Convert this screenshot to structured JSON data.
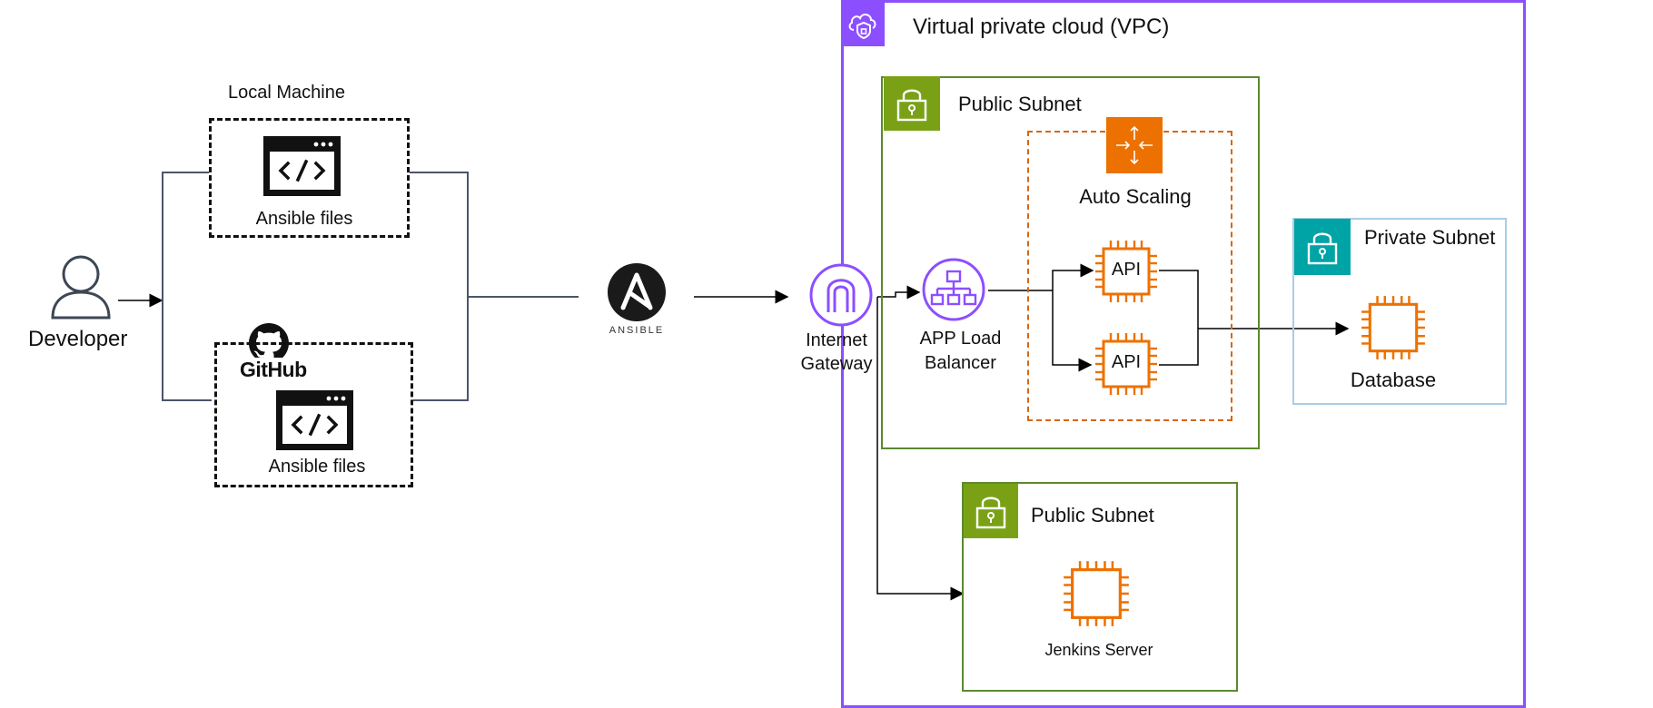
{
  "developer": {
    "label": "Developer"
  },
  "local_machine": {
    "title": "Local Machine",
    "files_label": "Ansible files"
  },
  "github": {
    "brand": "GitHub",
    "files_label": "Ansible files"
  },
  "ansible": {
    "wordmark": "ANSIBLE",
    "logo_letter": "A"
  },
  "vpc": {
    "title": "Virtual private cloud (VPC)"
  },
  "internet_gateway": {
    "label_line1": "Internet",
    "label_line2": "Gateway"
  },
  "public_subnet_top": {
    "title": "Public Subnet"
  },
  "load_balancer": {
    "label_line1": "APP Load",
    "label_line2": "Balancer"
  },
  "auto_scaling": {
    "title": "Auto Scaling"
  },
  "api_instances": [
    {
      "label": "API"
    },
    {
      "label": "API"
    }
  ],
  "private_subnet": {
    "title": "Private Subnet"
  },
  "database": {
    "label": "Database"
  },
  "public_subnet_bottom": {
    "title": "Public Subnet"
  },
  "jenkins": {
    "label": "Jenkins Server"
  },
  "colors": {
    "vpc": "#8c4fff",
    "public_subnet": "#7aa116",
    "private_subnet": "#00a4a6",
    "compute": "#ed7100",
    "auto_scaling_border": "#d86613",
    "connector": "#4a5568"
  }
}
